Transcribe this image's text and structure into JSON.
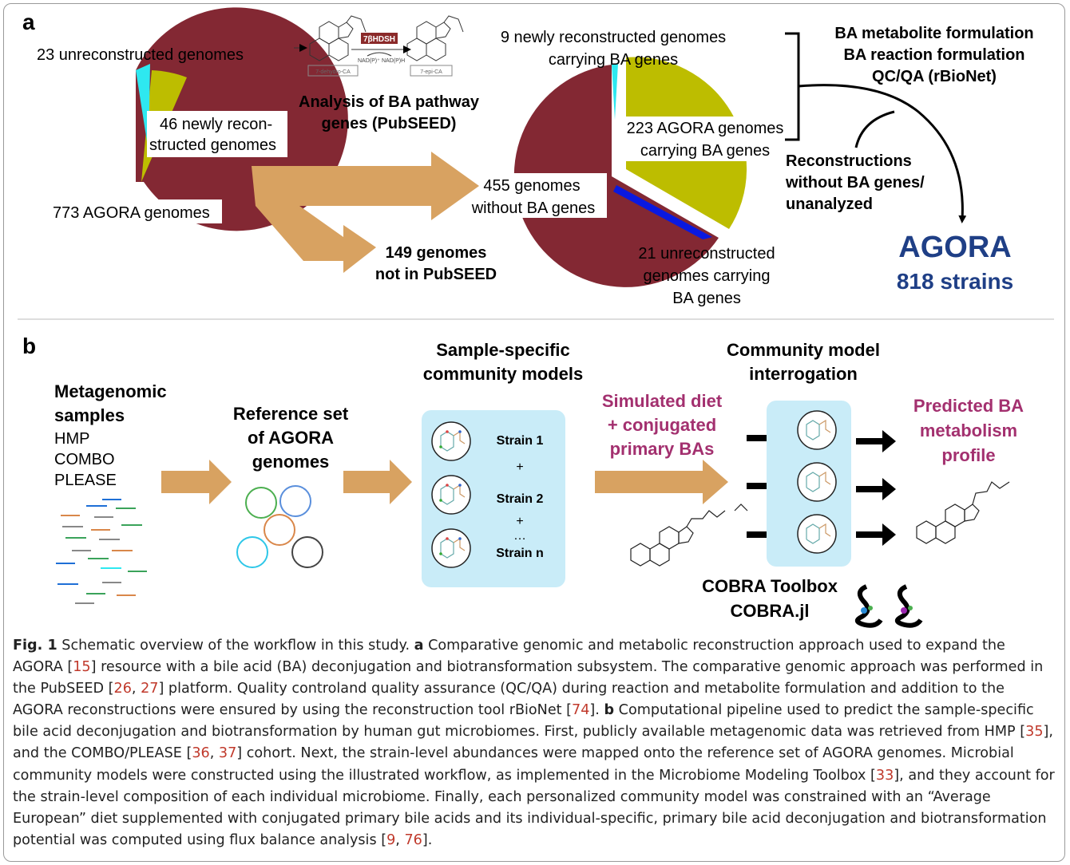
{
  "panel_a": {
    "label": "a",
    "pie_left": {
      "unreconstructed": "23 unreconstructed genomes",
      "newly_l1": "46 newly recon-",
      "newly_l2": "structed genomes",
      "agora": "773 AGORA genomes",
      "slice_colors": {
        "agora": "#832833",
        "newly": "#bdbd00",
        "unrec": "#2ee8f0"
      }
    },
    "enzyme": {
      "name": "7βHDSH",
      "left_cofactor": "NAD(P)⁺",
      "right_cofactor": "NAD(P)H",
      "substrate": "7-dehydro-CA",
      "product": "7-epi-CA"
    },
    "analysis_l1": "Analysis of BA pathway",
    "analysis_l2": "genes (PubSEED)",
    "not_pubseed_l1": "149 genomes",
    "not_pubseed_l2": "not in PubSEED",
    "pie_right": {
      "newly_l1": "9 newly reconstructed genomes",
      "newly_l2": "carrying BA genes",
      "agora_l1": "223 AGORA genomes",
      "agora_l2": "carrying BA genes",
      "without_l1": "455 genomes",
      "without_l2": "without BA genes",
      "unrec_l1": "21 unreconstructed",
      "unrec_l2": "genomes carrying",
      "unrec_l3": "BA genes",
      "slice_colors": {
        "without": "#832833",
        "agora_ba": "#bdbd00",
        "newly": "#2ee8f0",
        "unrec": "#0a19e0"
      }
    },
    "steps": {
      "l1": "BA metabolite formulation",
      "l2": "BA reaction formulation",
      "l3": "QC/QA (rBioNet)"
    },
    "reconstructions_l1": "Reconstructions",
    "reconstructions_l2": "without  BA genes/",
    "reconstructions_l3": "unanalyzed",
    "agora_title": "AGORA",
    "agora_count": "818 strains",
    "agora_color": "#1f3f86"
  },
  "panel_b": {
    "label": "b",
    "metagenomic_l1": "Metagenomic",
    "metagenomic_l2": "samples",
    "sources": [
      "HMP",
      "COMBO",
      "PLEASE"
    ],
    "reference_l1": "Reference set",
    "reference_l2": "of AGORA",
    "reference_l3": "genomes",
    "sample_l1": "Sample-specific",
    "sample_l2": "community models",
    "strain1": "Strain 1",
    "plus1": "+",
    "strain2": "Strain 2",
    "plus2": "+",
    "ellipsis": "…",
    "strain_n": "Strain n",
    "diet_l1": "Simulated diet",
    "diet_l2": "+ conjugated",
    "diet_l3": "primary BAs",
    "interrogation_l1": "Community model",
    "interrogation_l2": "interrogation",
    "predicted_l1": "Predicted BA",
    "predicted_l2": "metabolism",
    "predicted_l3": "profile",
    "tool1": "COBRA Toolbox",
    "tool2": "COBRA.jl",
    "accent_purple": "#a3306f",
    "arrow_color": "#d8a261",
    "box_color": "#c9ecf8"
  },
  "caption": {
    "fig": "Fig. 1",
    "t1": " Schematic overview of the workflow in this study. ",
    "a": "a",
    "t2": " Comparative genomic and metabolic reconstruction approach used to expand the AGORA [",
    "r15": "15",
    "t3": "] resource with a bile acid (BA) deconjugation and biotransformation subsystem. The comparative genomic approach was performed in the PubSEED [",
    "r26": "26",
    "r27": "27",
    "t4": "] platform. Quality controland quality assurance (QC/QA) during reaction and metabolite formulation and addition to the AGORA reconstructions were ensured by using the reconstruction tool rBioNet [",
    "r74": "74",
    "t5": "]. ",
    "b": "b",
    "t6": " Computational pipeline used to predict the sample-specific bile acid deconjugation and biotransformation by human gut microbiomes. First, publicly available metagenomic data was retrieved from HMP [",
    "r35": "35",
    "t7": "], and the COMBO/PLEASE [",
    "r36": "36",
    "r37": "37",
    "t8": "] cohort. Next, the strain-level abundances were mapped onto the reference set of AGORA genomes. Microbial community models were constructed using the illustrated workflow, as implemented in the Microbiome Modeling Toolbox [",
    "r33": "33",
    "t9": "], and they account for the strain-level composition of each individual microbiome. Finally, each personalized community model was constrained with an “Average European” diet supplemented with conjugated primary bile acids and its individual-specific, primary bile acid deconjugation and biotransformation potential was computed using flux balance analysis [",
    "r9": "9",
    "r76": "76",
    "t10": "].",
    "sep": ", "
  }
}
